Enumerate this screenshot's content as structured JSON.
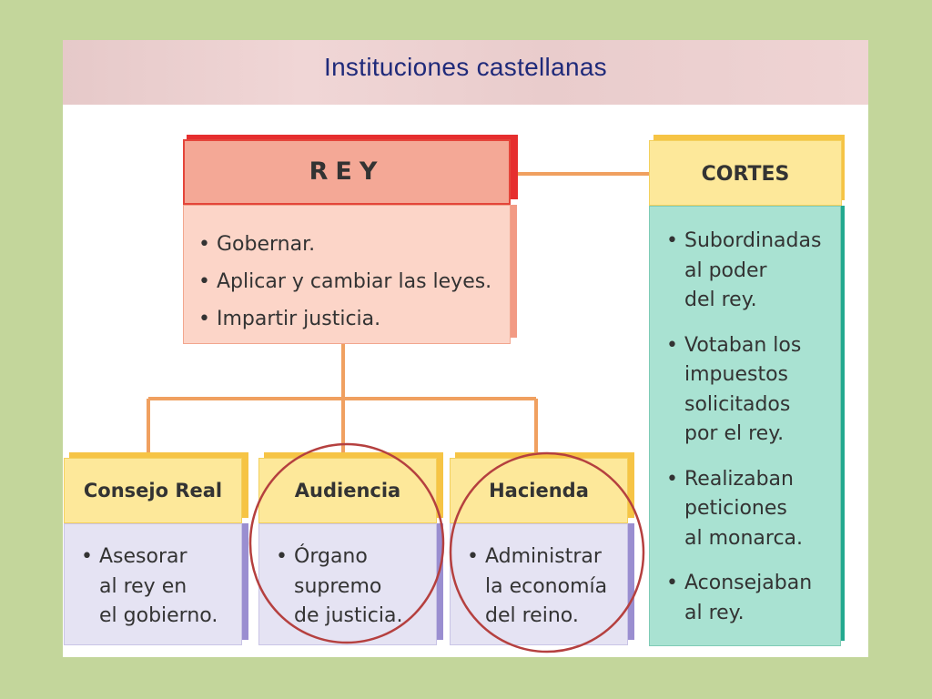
{
  "title": "Instituciones castellanas",
  "rey": {
    "heading": "REY",
    "items": [
      "Gobernar.",
      "Aplicar y cambiar las leyes.",
      "Impartir justicia."
    ]
  },
  "cortes": {
    "heading": "CORTES",
    "items": [
      [
        "Subordinadas",
        "al poder",
        "del rey."
      ],
      [
        "Votaban los",
        "impuestos",
        "solicitados",
        "por el rey."
      ],
      [
        "Realizaban",
        "peticiones",
        "al monarca."
      ],
      [
        "Aconsejaban",
        "al rey."
      ]
    ]
  },
  "boxes": [
    {
      "heading": "Consejo Real",
      "lines": [
        "Asesorar",
        "al rey en",
        "el gobierno."
      ]
    },
    {
      "heading": "Audiencia",
      "lines": [
        "Órgano",
        "supremo",
        "de justicia."
      ]
    },
    {
      "heading": "Hacienda",
      "lines": [
        "Administrar",
        "la economía",
        "del reino."
      ]
    }
  ],
  "colors": {
    "background": "#c3d69b",
    "connector": "#f0a060",
    "circle": "#b5403f",
    "title": "#1f2a7a"
  }
}
